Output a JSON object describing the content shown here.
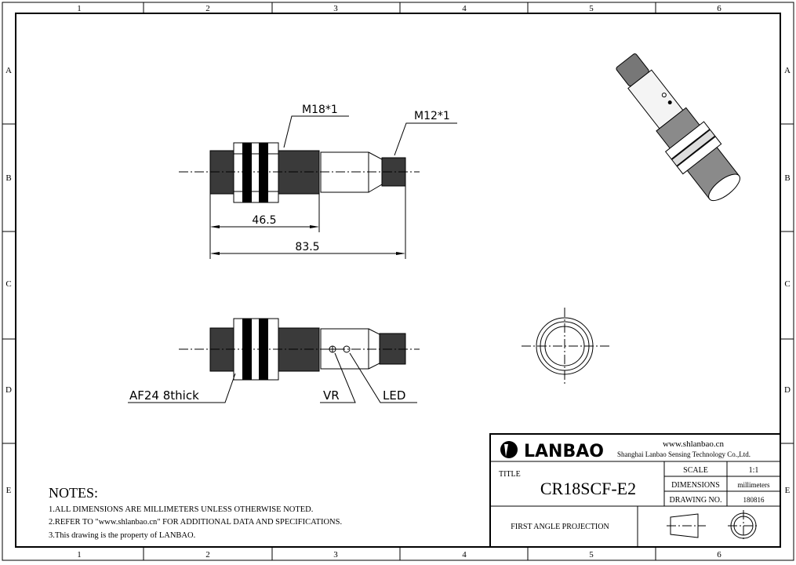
{
  "frame": {
    "columns": [
      "1",
      "2",
      "3",
      "4",
      "5",
      "6"
    ],
    "rows": [
      "A",
      "B",
      "C",
      "D",
      "E"
    ]
  },
  "side_view": {
    "thread_label": "M18*1",
    "connector_label": "M12*1",
    "dim_thread": "46.5",
    "dim_total": "83.5"
  },
  "bottom_view": {
    "nut_label": "AF24 8thick",
    "vr_label": "VR",
    "led_label": "LED"
  },
  "notes": {
    "heading": "NOTES:",
    "items": [
      "1.ALL DIMENSIONS ARE MILLIMETERS UNLESS OTHERWISE NOTED.",
      "2.REFER TO \"www.shlanbao.cn\" FOR ADDITIONAL DATA AND SPECIFICATIONS.",
      "3.This drawing is the property of LANBAO."
    ]
  },
  "title_block": {
    "logo_text": "LANBAO",
    "website": "www.shlanbao.cn",
    "company": "Shanghai Lanbao Sensing Technology Co.,Ltd.",
    "title_label": "TITLE",
    "title": "CR18SCF-E2",
    "scale_label": "SCALE",
    "scale": "1:1",
    "dimensions_label": "DIMENSIONS",
    "dimensions": "millimeters",
    "drawing_no_label": "DRAWING NO.",
    "drawing_no": "180816",
    "projection": "FIRST ANGLE PROJECTION"
  }
}
